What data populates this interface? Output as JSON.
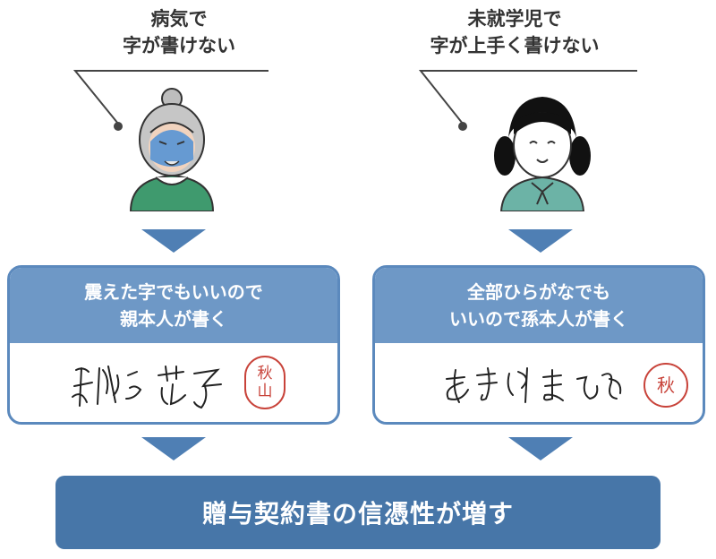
{
  "left": {
    "caption_line1": "病気で",
    "caption_line2": "字が書けない",
    "avatar_icon": "elderly-woman-icon",
    "card_line1": "震えた字でもいいので",
    "card_line2": "親本人が書く",
    "signature": "秋山 花子",
    "seal_line1": "秋",
    "seal_line2": "山"
  },
  "right": {
    "caption_line1": "未就学児で",
    "caption_line2": "字が上手く書けない",
    "avatar_icon": "child-girl-icon",
    "card_line1": "全部ひらがなでも",
    "card_line2": "いいので孫本人が書く",
    "signature": "あきやま ひまり",
    "seal_text": "秋"
  },
  "result": {
    "label": "贈与契約書の信憑性が増す"
  },
  "colors": {
    "accent": "#4f7fb4",
    "card_head": "#6e98c6",
    "result_bg": "#4776a8",
    "seal": "#c8433a"
  }
}
